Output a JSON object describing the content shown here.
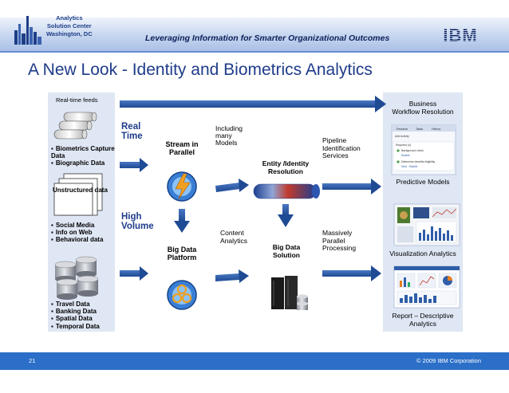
{
  "header": {
    "logo_lines": [
      "Analytics",
      "Solution Center",
      "Washington, DC"
    ],
    "tagline": "Leveraging Information for Smarter Organizational Outcomes",
    "brand": "IBM"
  },
  "title": "A New Look - Identity and Biometrics Analytics",
  "left_panel": {
    "realtime_feeds": "Real-time feeds",
    "feed_items": [
      "Biometrics Capture Data",
      "Biographic Data"
    ],
    "unstructured": "Unstructured data",
    "unstructured_items": [
      "Social Media",
      "Info on Web",
      "Behavioral data"
    ],
    "db_items": [
      "Travel Data",
      "Banking Data",
      "Spatial Data",
      "Temporal Data"
    ]
  },
  "flow": {
    "real_time": [
      "Real",
      "Time"
    ],
    "high_volume": [
      "High",
      "Volume"
    ],
    "stream": [
      "Stream in",
      "Parallel"
    ],
    "big_data_platform": [
      "Big Data",
      "Platform"
    ],
    "including_models": [
      "Including",
      "many",
      "Models"
    ],
    "content_analytics": [
      "Content",
      "Analytics"
    ],
    "entity_resolution": [
      "Entity /Identity",
      "Resolution"
    ],
    "big_data_solution": [
      "Big Data",
      "Solution"
    ],
    "pipeline": [
      "Pipeline",
      "Identification",
      "Services"
    ],
    "massively": [
      "Massively",
      "Parallel",
      "Processing"
    ]
  },
  "outputs": {
    "business": [
      "Business",
      "Workflow Resolution"
    ],
    "predictive": "Predictive Models",
    "visualization": "Visualization Analytics",
    "report": [
      "Report – Descriptive",
      "Analytics"
    ],
    "screenshot_tabs": [
      "Rewards",
      "Tasks",
      "History"
    ],
    "screenshot_rows": [
      "Add Activity",
      "Required (4)",
      "Background check",
      "Disable",
      "Determine benefits eligibility",
      "Start · Disable"
    ]
  },
  "footer": {
    "page": "21",
    "copyright": "© 2009  IBM Corporation"
  },
  "colors": {
    "title_blue": "#1f3c8a",
    "arrow_blue": "#2f5ea8",
    "panel_blue": "#dfe7f4",
    "footer_blue": "#2b6fc8"
  }
}
